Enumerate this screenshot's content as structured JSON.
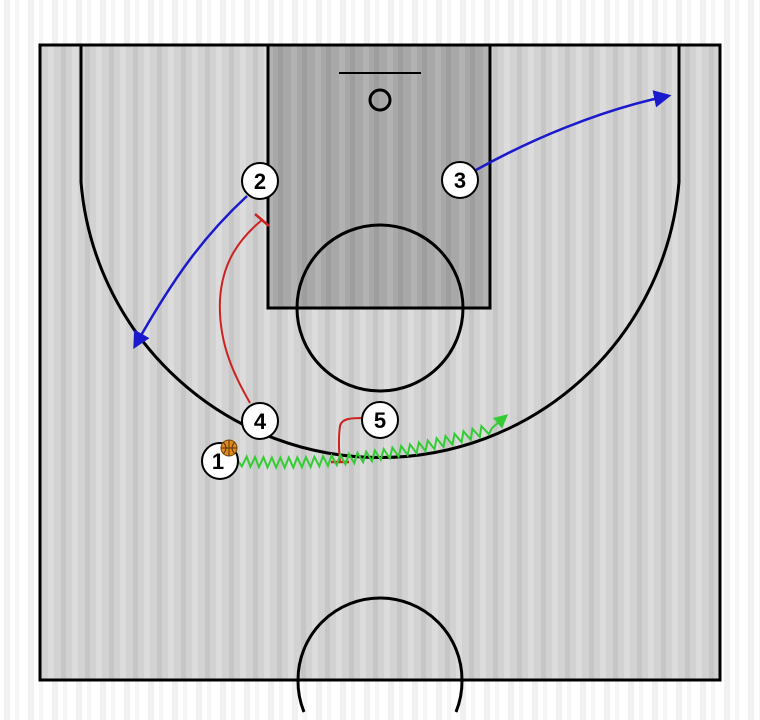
{
  "colors": {
    "page_background": "#ffffff",
    "court_floor": "#d2d2d2",
    "floor_stripe_light": "#dcdcdc",
    "floor_stripe_dark": "#c4c4c4",
    "paint": "#a8a8a8",
    "lines": "#000000",
    "cut_arrow": "#1a1acc",
    "screen_line": "#cc2222",
    "dribble_line": "#33cc33",
    "ball": "#e08a1e",
    "player_fill": "#ffffff",
    "player_text": "#000000"
  },
  "players": [
    {
      "label": "1",
      "has_ball": true
    },
    {
      "label": "2",
      "has_ball": false
    },
    {
      "label": "3",
      "has_ball": false
    },
    {
      "label": "4",
      "has_ball": false
    },
    {
      "label": "5",
      "has_ball": false
    }
  ],
  "actions": [
    {
      "type": "cut",
      "player": "2",
      "color": "blue"
    },
    {
      "type": "cut",
      "player": "3",
      "color": "blue"
    },
    {
      "type": "screen",
      "player": "4",
      "color": "red"
    },
    {
      "type": "screen",
      "player": "5",
      "color": "red"
    },
    {
      "type": "dribble",
      "player": "1",
      "color": "green"
    }
  ]
}
